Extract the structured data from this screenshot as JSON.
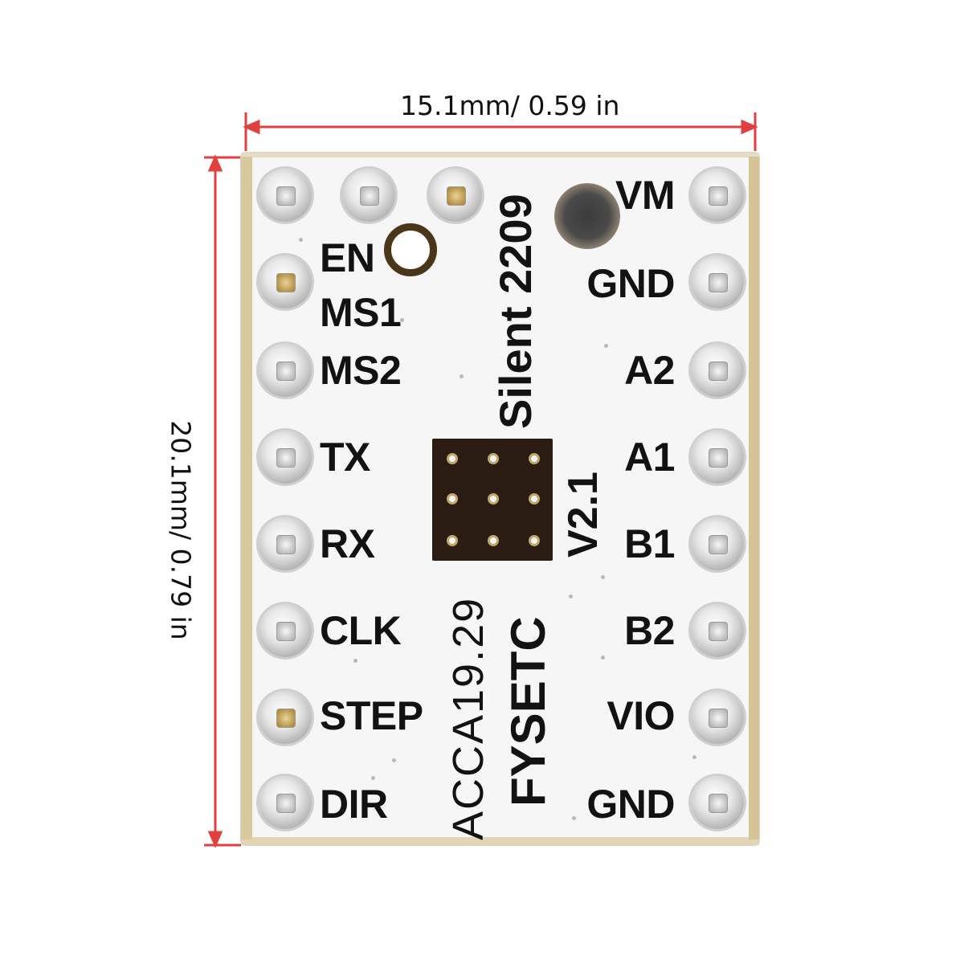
{
  "dimensions": {
    "width_label": "15.1mm/ 0.59 in",
    "height_label": "20.1mm/ 0.79 in",
    "line_color": "#e04040"
  },
  "board": {
    "left_pins": [
      "EN",
      "MS1",
      "MS2",
      "TX",
      "RX",
      "CLK",
      "STEP",
      "DIR"
    ],
    "right_pins": [
      "VM",
      "GND",
      "A2",
      "A1",
      "B1",
      "B2",
      "VIO",
      "GND"
    ],
    "model": "Silent 2209",
    "version": "V2.1",
    "batch": "ACCA19.29",
    "brand": "FYSETC"
  }
}
